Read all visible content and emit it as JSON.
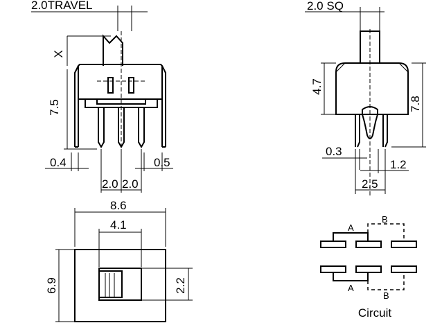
{
  "front_view": {
    "travel": "2.0TRAVEL",
    "x": "X",
    "height": "7.5",
    "offset_left": "0.4",
    "offset_right": "0.5",
    "pitch_1": "2.0",
    "pitch_2": "2.0"
  },
  "side_view": {
    "actuator": "2.0 SQ",
    "body_height": "4.7",
    "total_height": "7.8",
    "pin_width": "0.3",
    "pin_thickness": "1.2",
    "pin_span": "2.5"
  },
  "top_view": {
    "length": "8.6",
    "slot_length": "4.1",
    "width": "6.9",
    "slot_width": "2.2"
  },
  "circuit": {
    "title": "Circuit",
    "label_a_top": "A",
    "label_b_top": "B",
    "label_a_bottom": "A",
    "label_b_bottom": "B"
  }
}
